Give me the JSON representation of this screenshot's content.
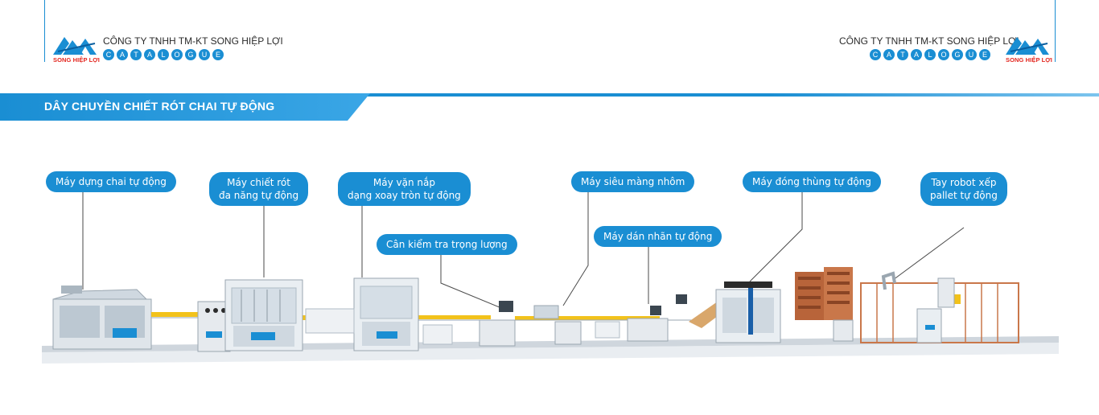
{
  "header": {
    "logo_text": "SONG HIỆP LỢI",
    "company_name": "CÔNG TY TNHH TM-KT SONG HIỆP LỢI",
    "catalogue_letters": [
      "C",
      "A",
      "T",
      "A",
      "L",
      "O",
      "G",
      "U",
      "E"
    ]
  },
  "section_title": "DÂY CHUYỀN CHIẾT RÓT CHAI TỰ ĐỘNG",
  "machines": [
    {
      "line1": "Máy dựng chai tự động",
      "line2": ""
    },
    {
      "line1": "Máy chiết rót",
      "line2": "đa năng tự động"
    },
    {
      "line1": "Máy vặn nắp",
      "line2": "dạng xoay tròn tự động"
    },
    {
      "line1": "Cân kiểm tra trọng lượng",
      "line2": ""
    },
    {
      "line1": "Máy siêu màng nhôm",
      "line2": ""
    },
    {
      "line1": "Máy dán nhãn tự động",
      "line2": ""
    },
    {
      "line1": "Máy đóng thùng tự động",
      "line2": ""
    },
    {
      "line1": "Tay robot xếp",
      "line2": "pallet tự động"
    }
  ],
  "colors": {
    "accent": "#1a8ed3",
    "logo_red": "#e3261f",
    "text_dark": "#2b2b2b",
    "conveyor_yellow": "#f2c21b",
    "cabinet_brown": "#b8643a"
  }
}
